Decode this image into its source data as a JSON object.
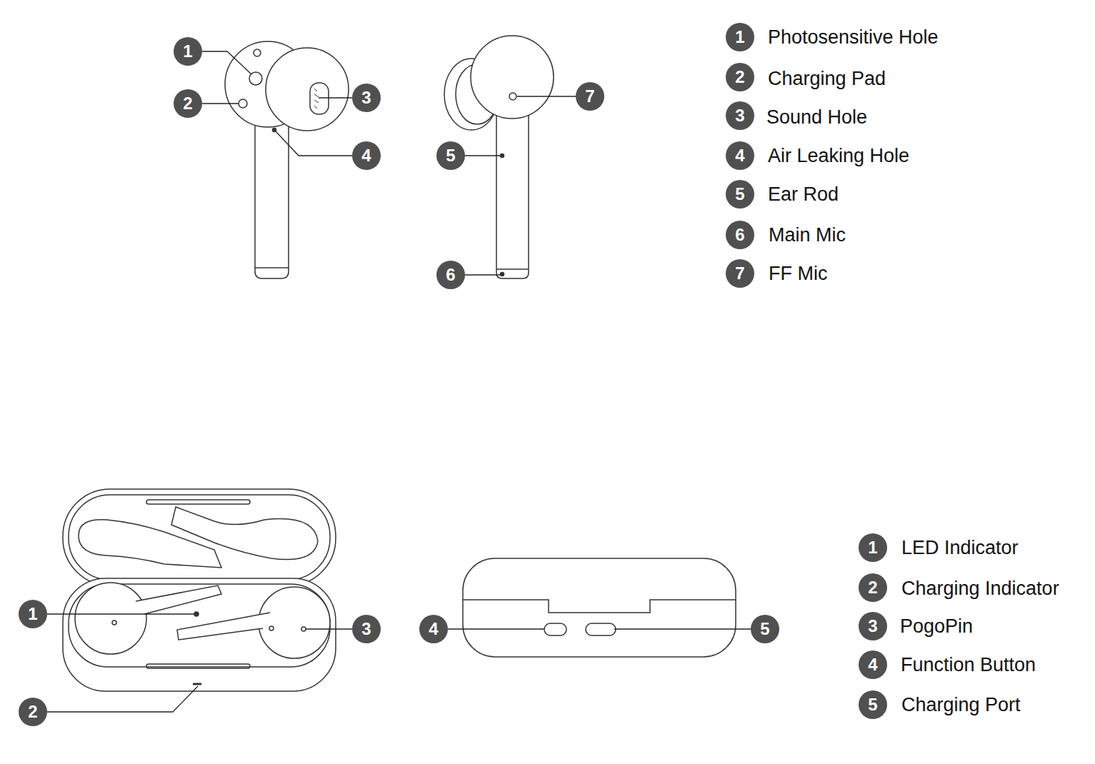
{
  "diagram": {
    "labels": [
      "1",
      "2",
      "3",
      "4",
      "7",
      "5",
      "6",
      "1",
      "Photosensitive Hole",
      "2",
      "Charging Pad",
      "3",
      "Sound Hole",
      "4",
      "Air Leaking Hole",
      "5",
      "Ear Rod",
      "6",
      "Main Mic",
      "7",
      "FF Mic",
      "1",
      "3",
      "2",
      "4",
      "5",
      "1",
      "LED Indicator",
      "2",
      "Charging Indicator",
      "3",
      "PogoPin",
      "4",
      "Function Button",
      "5",
      "Charging Port"
    ]
  }
}
